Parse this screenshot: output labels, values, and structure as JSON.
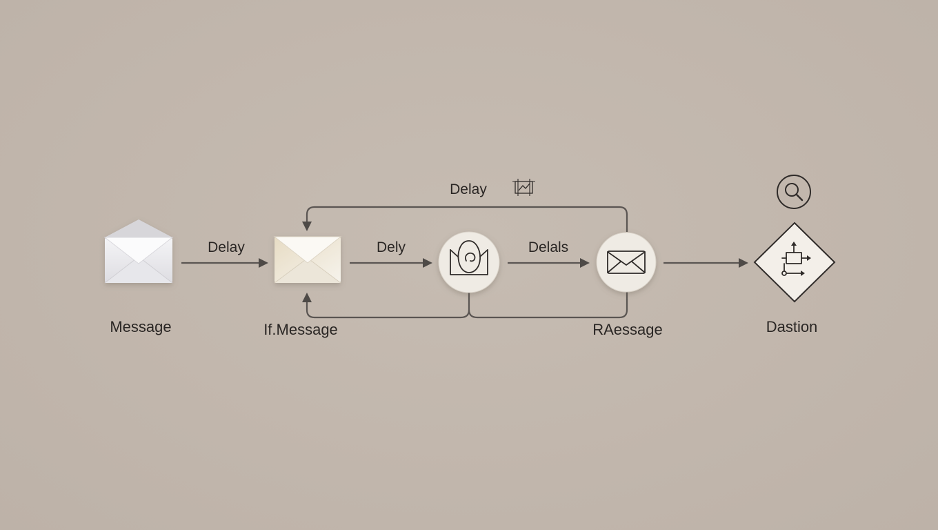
{
  "nodes": {
    "message": {
      "label": "Message",
      "icon": "envelope-icon"
    },
    "if_message": {
      "label": "If.Message",
      "icon": "beige-envelope-icon"
    },
    "process": {
      "icon": "egg-box-icon"
    },
    "reply_message": {
      "label": "RAessage",
      "icon": "mail-icon"
    },
    "decision": {
      "label": "Dastion",
      "icon": "flowchart-icon"
    },
    "search": {
      "icon": "search-icon"
    }
  },
  "edges": {
    "message_to_if": "Delay",
    "if_to_process": "Dely",
    "process_to_reply": "Delals",
    "loop_top": "Delay"
  },
  "colors": {
    "background": "#c3b8ae",
    "connector": "#5a5552",
    "node_fill": "#efebe4",
    "text": "#2a2624"
  }
}
